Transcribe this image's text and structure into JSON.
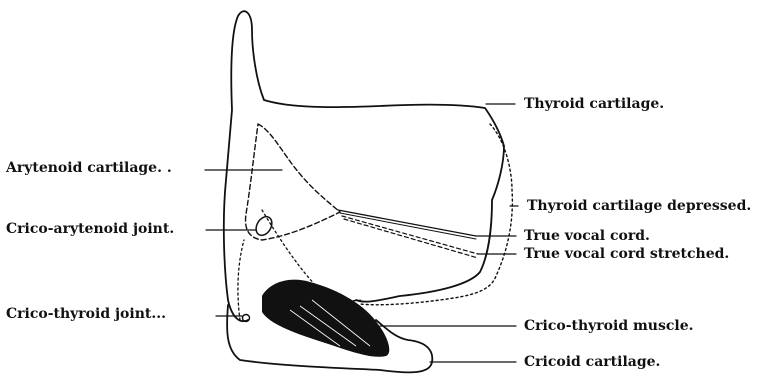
{
  "labels": {
    "thyroid_cartilage": "Thyroid cartilage.",
    "arytenoid_cartilage": "Arytenoid cartilage. .",
    "thyroid_cartilage_depressed": "Thyroid cartilage depressed.",
    "crico_arytenoid_joint": "Crico-arytenoid joint.",
    "true_vocal_cord": "True vocal cord.",
    "true_vocal_cord_stretched": "True vocal cord stretched.",
    "crico_thyroid_joint": "Crico-thyroid joint...",
    "crico_thyroid_muscle": "Crico-thyroid muscle.",
    "cricoid_cartilage": "Cricoid cartilage."
  },
  "colors": {
    "ink": "#111111",
    "background": "#ffffff"
  }
}
